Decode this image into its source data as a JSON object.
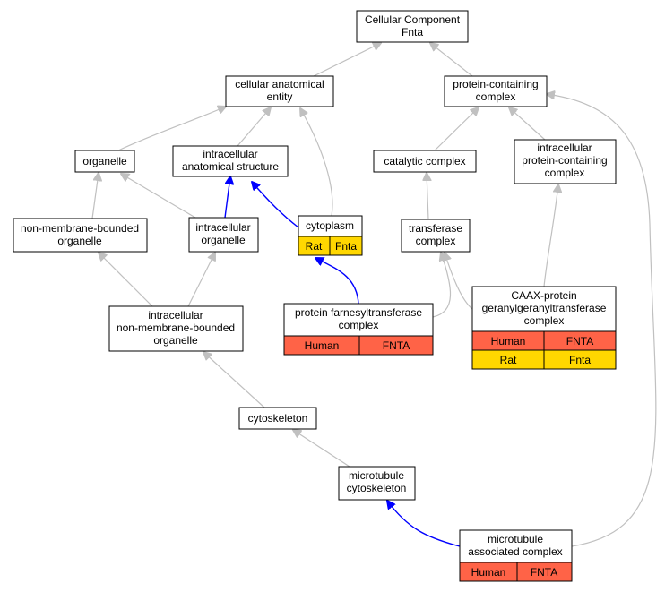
{
  "colors": {
    "human": "#ff6347",
    "rat": "#ffd700",
    "edge_isa": "#c0c0c0",
    "edge_part_of": "#0000ff"
  },
  "nodes": {
    "root": {
      "line1": "Cellular Component",
      "line2": "Fnta"
    },
    "cae": {
      "line1": "cellular anatomical",
      "line2": "entity"
    },
    "pcc": {
      "line1": "protein-containing",
      "line2": "complex"
    },
    "organelle": {
      "line1": "organelle"
    },
    "ias": {
      "line1": "intracellular",
      "line2": "anatomical structure"
    },
    "catalytic": {
      "line1": "catalytic complex"
    },
    "ipcc": {
      "line1": "intracellular",
      "line2": "protein-containing",
      "line3": "complex"
    },
    "nmbo": {
      "line1": "non-membrane-bounded",
      "line2": "organelle"
    },
    "io": {
      "line1": "intracellular",
      "line2": "organelle"
    },
    "cytoplasm": {
      "line1": "cytoplasm",
      "rows": [
        [
          "Rat",
          "Fnta"
        ]
      ]
    },
    "transferase": {
      "line1": "transferase",
      "line2": "complex"
    },
    "pft": {
      "line1": "protein farnesyltransferase",
      "line2": "complex",
      "rows": [
        [
          "Human",
          "FNTA"
        ]
      ]
    },
    "caax": {
      "line1": "CAAX-protein",
      "line2": "geranylgeranyltransferase",
      "line3": "complex",
      "rows": [
        [
          "Human",
          "FNTA"
        ],
        [
          "Rat",
          "Fnta"
        ]
      ]
    },
    "inmbo": {
      "line1": "intracellular",
      "line2": "non-membrane-bounded",
      "line3": "organelle"
    },
    "cytoskeleton": {
      "line1": "cytoskeleton"
    },
    "mtcyto": {
      "line1": "microtubule",
      "line2": "cytoskeleton"
    },
    "mac": {
      "line1": "microtubule",
      "line2": "associated complex",
      "rows": [
        [
          "Human",
          "FNTA"
        ]
      ]
    }
  }
}
